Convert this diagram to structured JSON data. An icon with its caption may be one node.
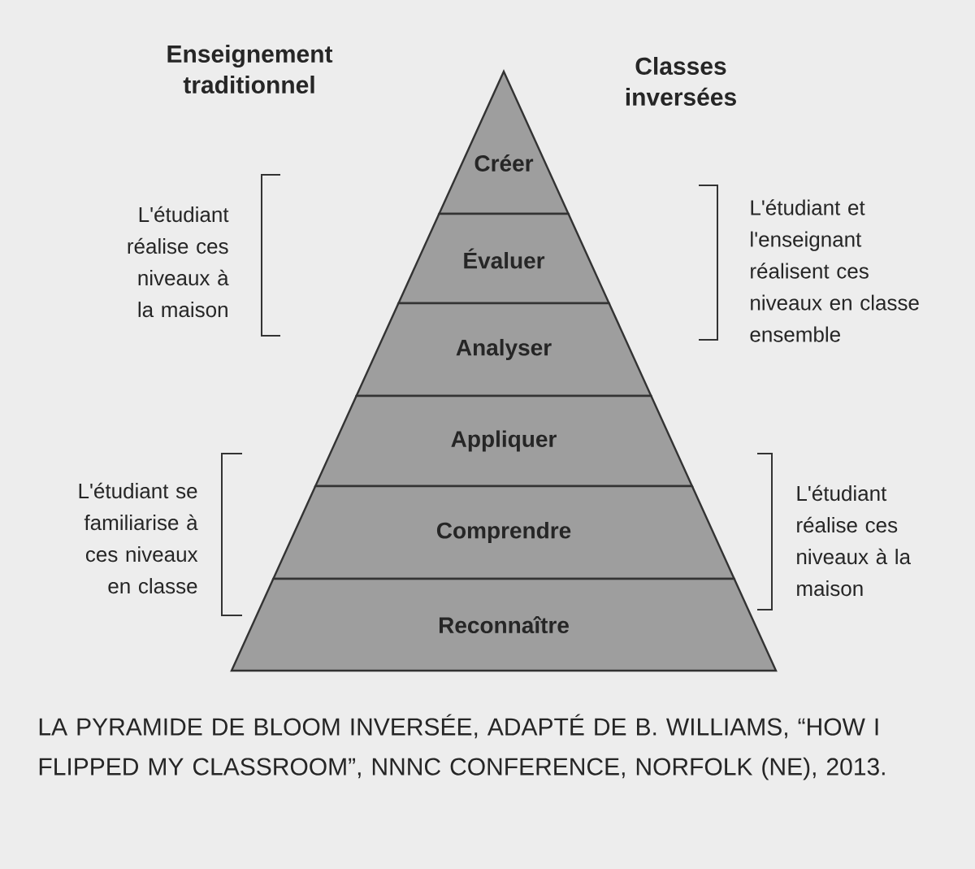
{
  "diagram": {
    "caption": "LA PYRAMIDE DE BLOOM INVERSÉE, ADAPTÉ DE B. WILLIAMS, “HOW I FLIPPED MY CLASSROOM”, NNNC CONFERENCE, NORFOLK (NE), 2013.",
    "nodes": [
      {
        "text": [
          "Créer"
        ]
      },
      {
        "text": [
          "Évaluer"
        ]
      },
      {
        "text": [
          "Analyser"
        ]
      },
      {
        "text": [
          "Appliquer"
        ]
      },
      {
        "text": [
          "Comprendre"
        ]
      },
      {
        "text": [
          "Reconnaître"
        ]
      }
    ],
    "edges": [],
    "labels": [
      "Enseignement traditionnel",
      "Classes inversées",
      "L'étudiant réalise ces niveaux à la maison",
      "L'étudiant et l'enseignant réalisent ces niveaux en classe ensemble",
      "L'étudiant se familiarise à ces niveaux en classe",
      "L'étudiant réalise ces niveaux à la maison"
    ]
  }
}
